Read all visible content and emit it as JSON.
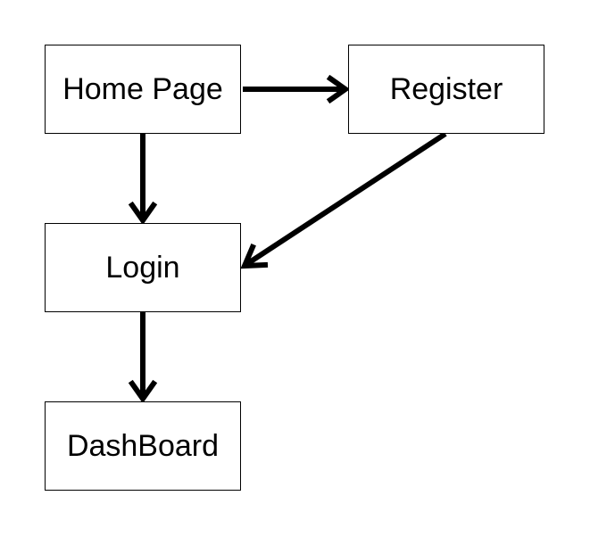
{
  "diagram": {
    "nodes": {
      "home": {
        "label": "Home Page"
      },
      "register": {
        "label": "Register"
      },
      "login": {
        "label": "Login"
      },
      "dashboard": {
        "label": "DashBoard"
      }
    },
    "edges": [
      {
        "from": "Home Page",
        "to": "Register"
      },
      {
        "from": "Home Page",
        "to": "Login"
      },
      {
        "from": "Register",
        "to": "Login"
      },
      {
        "from": "Login",
        "to": "DashBoard"
      }
    ],
    "colors": {
      "stroke": "#000000",
      "background": "#ffffff"
    }
  }
}
